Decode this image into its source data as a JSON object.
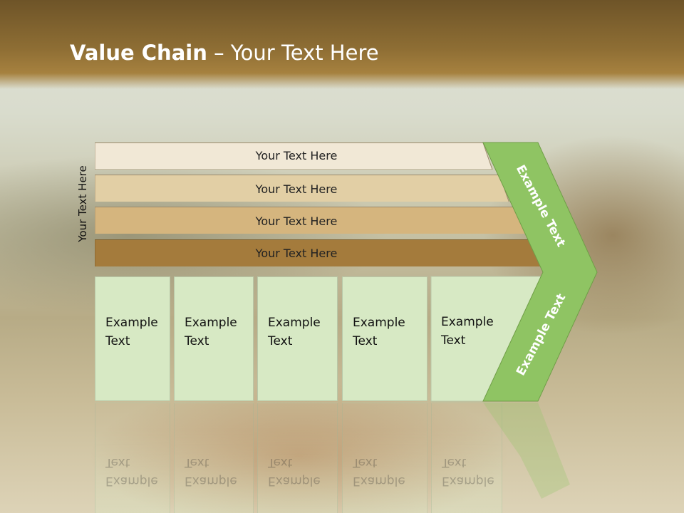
{
  "slide": {
    "title_bold": "Value Chain",
    "title_rest": " – Your Text Here",
    "side_label": "Your Text Here"
  },
  "bars": [
    {
      "label": "Your Text Here",
      "color": "#f1e8d6"
    },
    {
      "label": "Your Text Here",
      "color": "#e2cfa5"
    },
    {
      "label": "Your Text Here",
      "color": "#d5b57e"
    },
    {
      "label": "Your Text Here",
      "color": "#a47b3c"
    }
  ],
  "boxes": [
    {
      "line1": "Example",
      "line2": "Text"
    },
    {
      "line1": "Example",
      "line2": "Text"
    },
    {
      "line1": "Example",
      "line2": "Text"
    },
    {
      "line1": "Example",
      "line2": "Text"
    },
    {
      "line1": "Example",
      "line2": "Text"
    }
  ],
  "chevron": {
    "upper_label": "Example Text",
    "lower_label": "Example Text",
    "color": "#8fc463"
  }
}
